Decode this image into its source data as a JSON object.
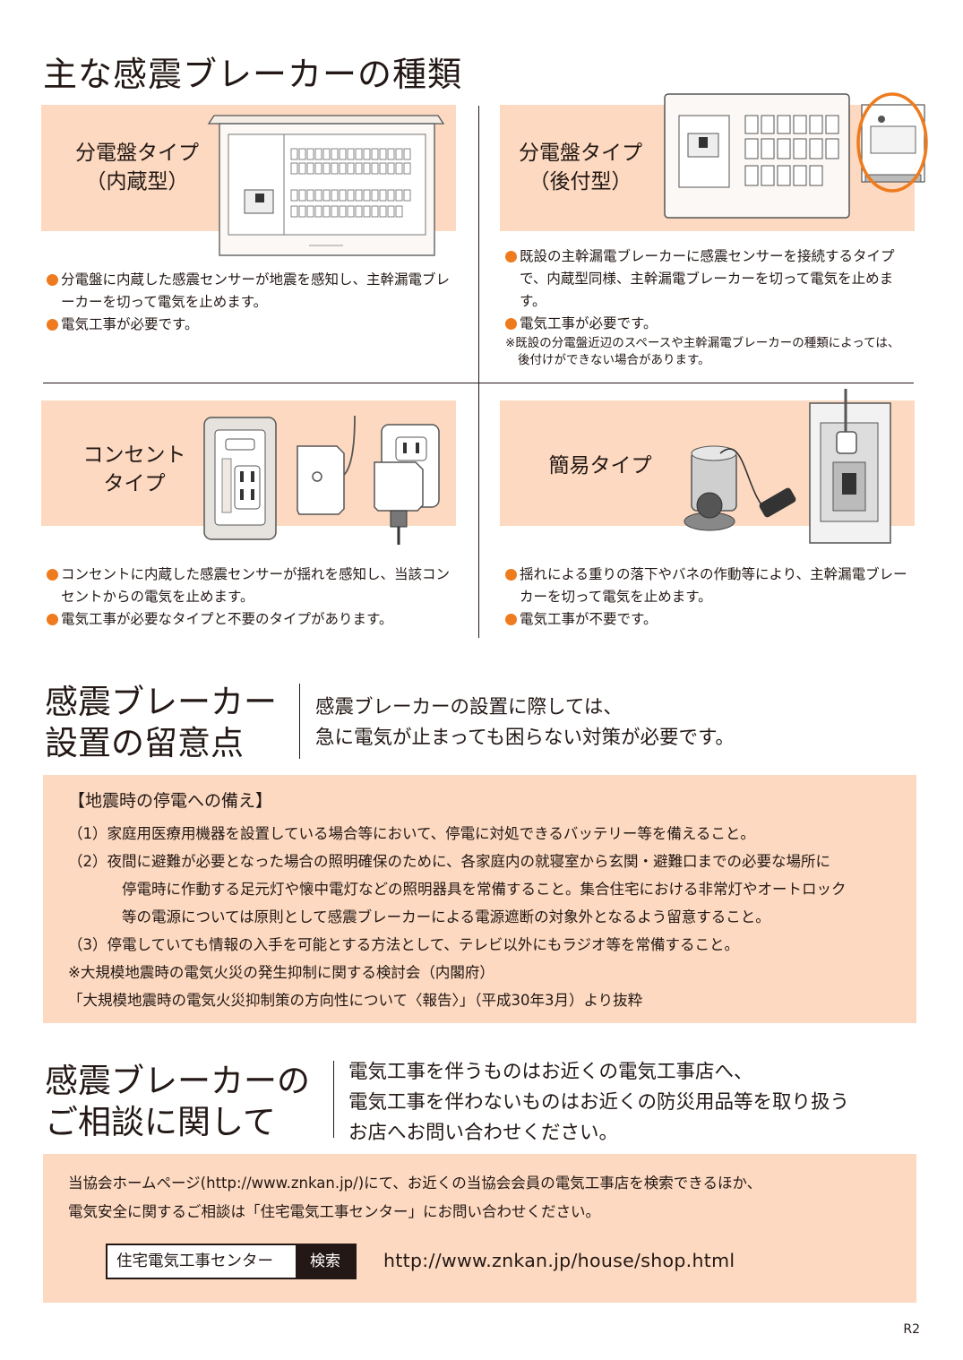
{
  "page_title": "主な感震ブレーカーの種類",
  "types": [
    {
      "label_lines": [
        "分電盤タイプ",
        "（内蔵型）"
      ],
      "bullets": [
        "分電盤に内蔵した感震センサーが地震を感知し、主幹漏電ブレーカーを切って電気を止めます。",
        "電気工事が必要です。"
      ]
    },
    {
      "label_lines": [
        "分電盤タイプ",
        "（後付型）"
      ],
      "bullets": [
        "既設の主幹漏電ブレーカーに感震センサーを接続するタイプで、内蔵型同様、主幹漏電ブレーカーを切って電気を止めます。",
        "電気工事が必要です。"
      ],
      "note": "※既設の分電盤近辺のスペースや主幹漏電ブレーカーの種類によっては、後付けができない場合があります。"
    },
    {
      "label_lines": [
        "コンセント",
        "タイプ"
      ],
      "bullets": [
        "コンセントに内蔵した感震センサーが揺れを感知し、当該コンセントからの電気を止めます。",
        "電気工事が必要なタイプと不要のタイプがあります。"
      ]
    },
    {
      "label_lines": [
        "簡易タイプ"
      ],
      "bullets": [
        "揺れによる重りの落下やバネの作動等により、主幹漏電ブレーカーを切って電気を止めます。",
        "電気工事が不要です。"
      ]
    }
  ],
  "section2": {
    "title_lines": [
      "感震ブレーカー",
      "設置の留意点"
    ],
    "subtitle_lines": [
      "感震ブレーカーの設置に際しては、",
      "急に電気が止まっても困らない対策が必要です。"
    ],
    "box_heading": "【地震時の停電への備え】",
    "items": [
      "（1）家庭用医療用機器を設置している場合等において、停電に対処できるバッテリー等を備えること。",
      "（2）夜間に避難が必要となった場合の照明確保のために、各家庭内の就寝室から玄関・避難口までの必要な場所に",
      "停電時に作動する足元灯や懐中電灯などの照明器具を常備すること。集合住宅における非常灯やオートロック",
      "等の電源については原則として感震ブレーカーによる電源遮断の対象外となるよう留意すること。",
      "（3）停電していても情報の入手を可能とする方法として、テレビ以外にもラジオ等を常備すること。",
      "※大規模地震時の電気火災の発生抑制に関する検討会（内閣府）",
      "「大規模地震時の電気火災抑制策の方向性について〈報告〉」（平成30年3月）より抜粋"
    ]
  },
  "section3": {
    "title_lines": [
      "感震ブレーカーの",
      "ご相談に関して"
    ],
    "subtitle_lines": [
      "電気工事を伴うものはお近くの電気工事店へ、",
      "電気工事を伴わないものはお近くの防災用品等を取り扱う",
      "お店へお問い合わせください。"
    ],
    "box_lines": [
      "当協会ホームページ(http://www.znkan.jp/)にて、お近くの当協会会員の電気工事店を検索できるほか、",
      "電気安全に関するご相談は「住宅電気工事センター」にお問い合わせください。"
    ],
    "search_text": "住宅電気工事センター",
    "search_button": "検索",
    "url": "http://www.znkan.jp/house/shop.html"
  },
  "page_number": "R2",
  "colors": {
    "peach": "#fcd9c0",
    "bullet_orange": "#ee7b1e",
    "text": "#231815"
  },
  "icons": [
    "distribution-board-builtin",
    "distribution-board-retrofit",
    "outlet-sensor",
    "simple-weight-breaker"
  ]
}
